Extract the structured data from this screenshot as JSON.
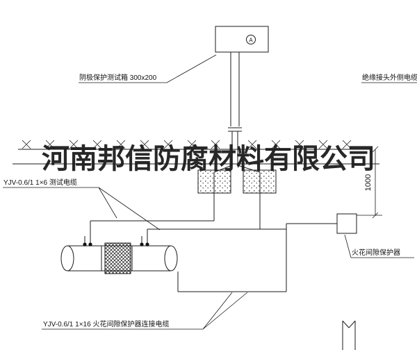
{
  "watermark": {
    "text": "河南邦信防腐材料有限公司"
  },
  "labels": {
    "test_box": "阴极保护测试箱 300x200",
    "insulated_joint_cable": "绝缘接头外侧电缆",
    "test_cable": "YJV-0.6/1 1×6  测试电缆",
    "dimension_1000": "1000",
    "spark_gap_protector": "火花间隙保护器",
    "protector_cable": "YJV-0.6/1 1×16  火花间隙保护器连接电缆",
    "box_symbol": "A"
  },
  "colors": {
    "line": "#1a1a1a",
    "background": "#ffffff",
    "watermark": "#1a1a1a"
  }
}
